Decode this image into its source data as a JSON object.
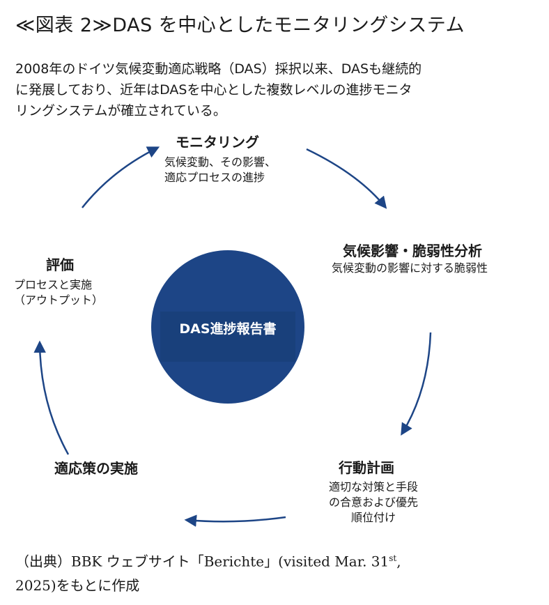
{
  "title": "≪図表 2≫DAS を中心としたモニタリングシステム",
  "intro": [
    "2008年のドイツ気候変動適応戦略（DAS）採択以来、DASも継続的",
    "に発展しており、近年はDASを中心とした複数レベルの進捗モニタ",
    "リングシステムが確立されている。"
  ],
  "center": {
    "label": "DAS進捗報告書",
    "color": "#1d4586"
  },
  "nodes": {
    "monitoring": {
      "title": "モニタリング",
      "desc": [
        "気候変動、その影響、",
        "適応プロセスの進捗"
      ]
    },
    "impact": {
      "title": "気候影響・脆弱性分析",
      "desc": [
        "気候変動の影響に対する脆弱性"
      ]
    },
    "action": {
      "title": "行動計画",
      "desc": [
        "適切な対策と手段",
        "の合意および優先",
        "順位付け"
      ]
    },
    "implementation": {
      "title": "適応策の実施",
      "desc": []
    },
    "evaluation": {
      "title": "評価",
      "desc": [
        "プロセスと実施",
        "（アウトプット）"
      ]
    }
  },
  "arrow_color": "#1d4586",
  "source": {
    "line1": "（出典）BBK ウェブサイト「Berichte」(visited Mar. 31",
    "line1_sup": "st",
    "line1_end": ",",
    "line2": "2025)をもとに作成"
  }
}
